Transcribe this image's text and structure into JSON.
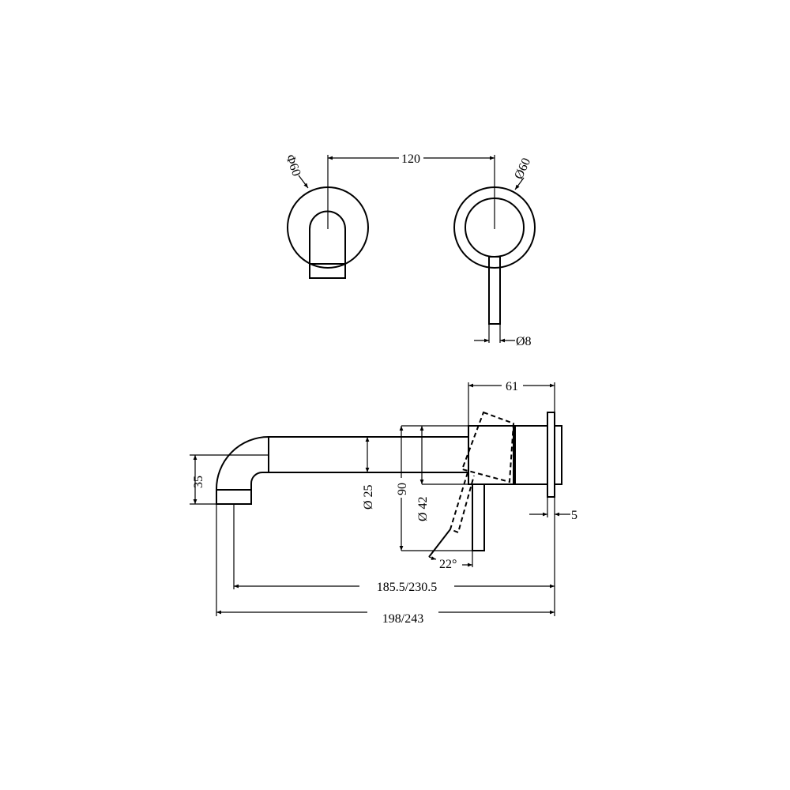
{
  "drawing": {
    "line_color": "#000000",
    "background": "#ffffff",
    "front_view": {
      "spacing": "120",
      "spout_plate_diameter": "Φ60",
      "mixer_plate_diameter": "Ø60",
      "lever_diameter": "Ø8"
    },
    "side_view": {
      "mixer_depth": "61",
      "plate_thickness": "5",
      "spout_diameter": "Ø 25",
      "body_height": "90",
      "body_diameter": "Ø 42",
      "spout_drop": "35",
      "lever_angle": "22°",
      "spout_reach": "185.5/230.5",
      "overall_length": "198/243"
    }
  }
}
